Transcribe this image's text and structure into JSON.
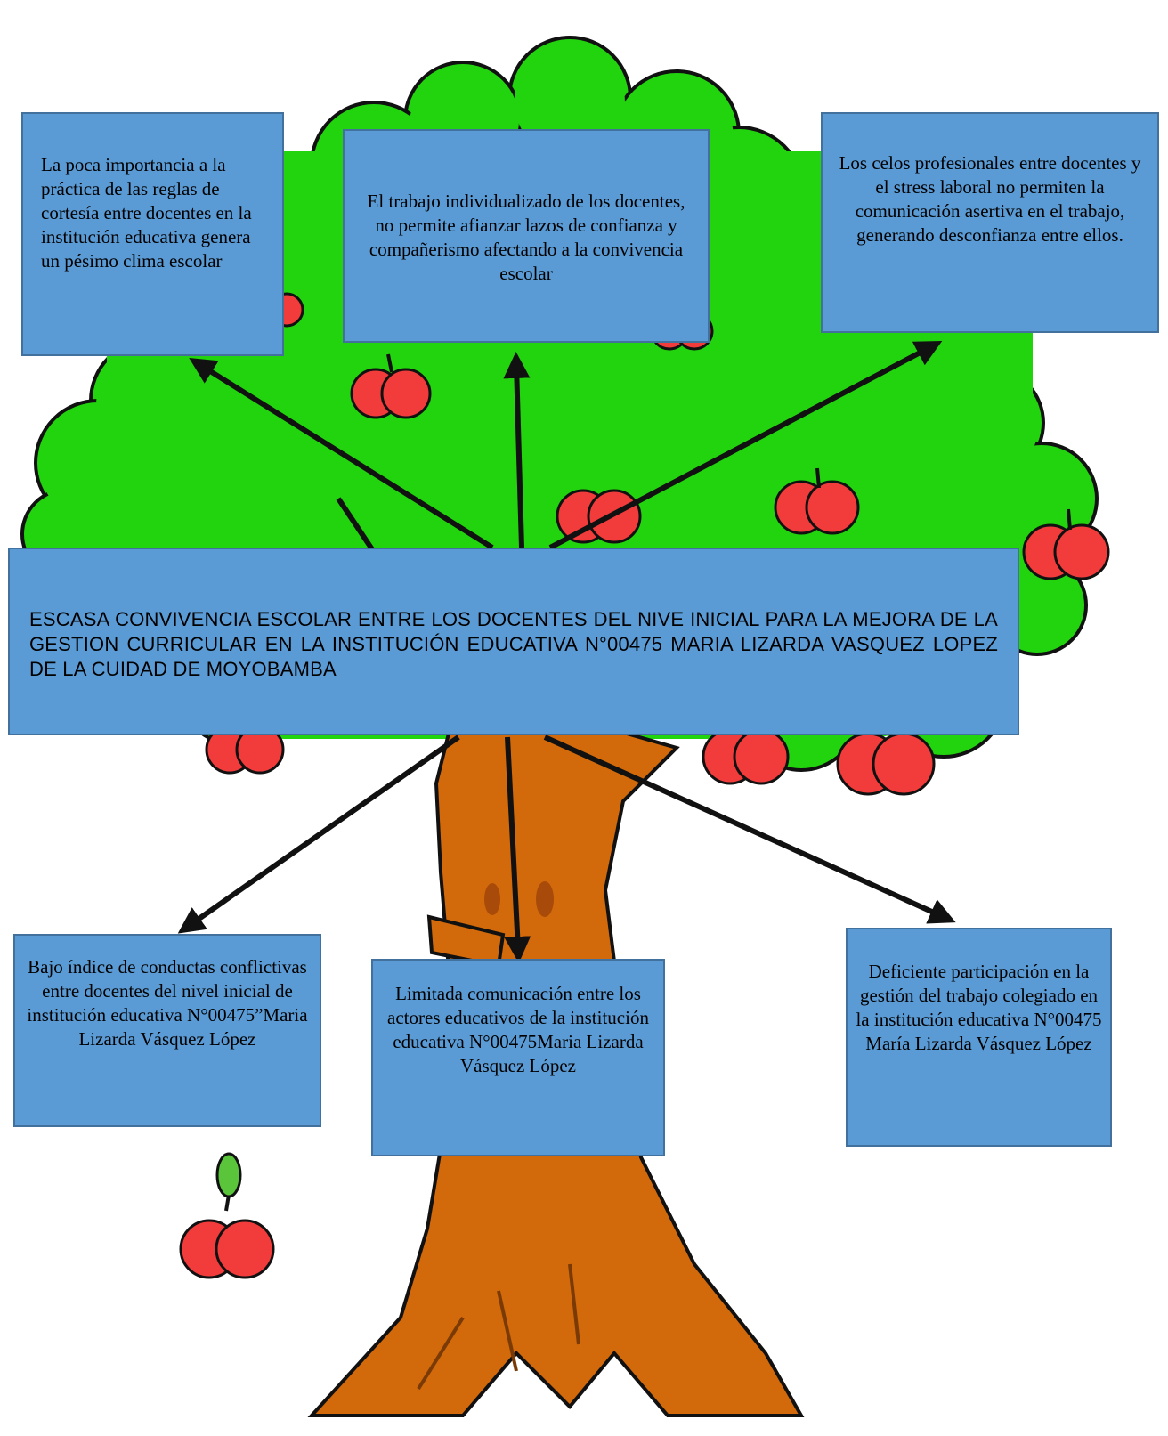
{
  "colors": {
    "box_fill": "#5b9bd5",
    "box_border": "#41719c",
    "foliage": "#22d40e",
    "apple": "#f23b3b",
    "trunk": "#d2690a",
    "arrow": "#111111"
  },
  "central_problem": {
    "text": "ESCASA CONVIVENCIA ESCOLAR ENTRE LOS DOCENTES DEL NIVE INICIAL PARA LA MEJORA DE LA GESTION CURRICULAR EN LA INSTITUCIÓN EDUCATIVA N°00475 MARIA LIZARDA VASQUEZ LOPEZ  DE LA CUIDAD DE MOYOBAMBA"
  },
  "effects": [
    {
      "text": "La poca importancia a la práctica de las reglas de cortesía entre docentes en la institución educativa genera un pésimo clima escolar"
    },
    {
      "text": "El trabajo individualizado de los docentes, no permite afianzar lazos de confianza y compañerismo afectando a la convivencia escolar"
    },
    {
      "text": "Los celos profesionales entre docentes y el stress laboral no permiten la comunicación asertiva en el trabajo, generando desconfianza entre ellos."
    }
  ],
  "causes": [
    {
      "text": "Bajo índice de conductas conflictivas entre docentes del nivel inicial de institución educativa N°00475”Maria Lizarda Vásquez López"
    },
    {
      "text": "Limitada comunicación entre los actores educativos de la institución educativa N°00475Maria Lizarda Vásquez López"
    },
    {
      "text": "Deficiente participación en la gestión del trabajo colegiado en la institución educativa N°00475 María Lizarda Vásquez López"
    }
  ]
}
